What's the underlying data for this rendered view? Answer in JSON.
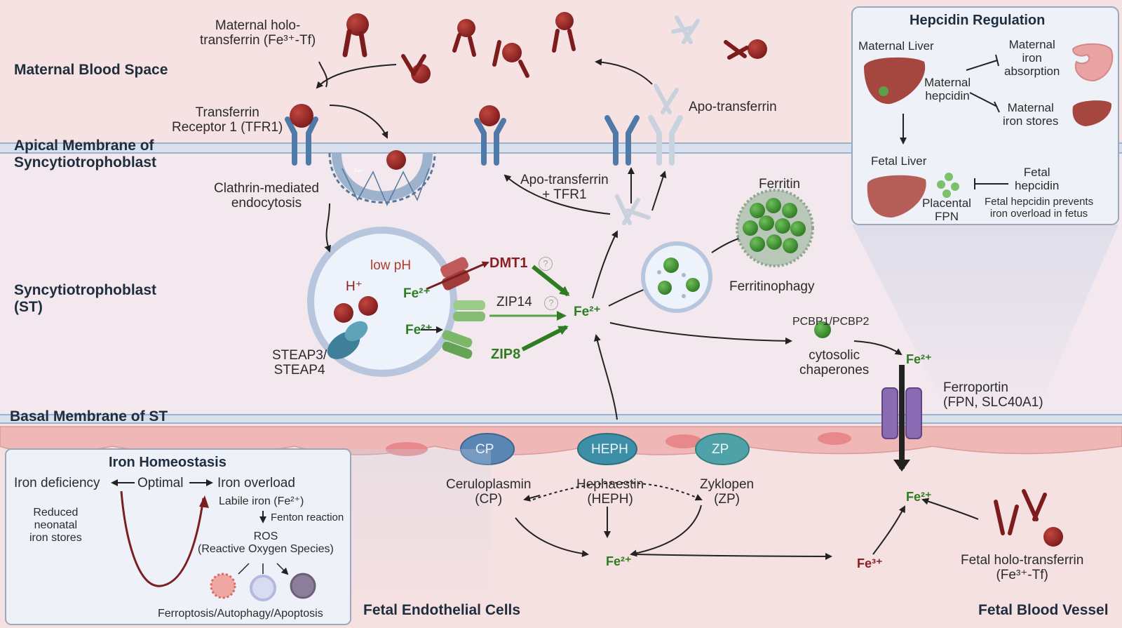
{
  "regions": {
    "maternal_blood": "Maternal Blood Space",
    "apical_membrane": "Apical Membrane of\nSyncytiotrophoblast",
    "syncytiotrophoblast": "Syncytiotrophoblast\n(ST)",
    "basal_membrane": "Basal Membrane of ST",
    "fetal_endothelial": "Fetal Endothelial Cells",
    "fetal_blood": "Fetal Blood Vessel"
  },
  "top": {
    "maternal_holo": "Maternal holo-\ntransferrin (Fe³⁺-Tf)",
    "tfr1": "Transferrin\nReceptor 1 (TFR1)",
    "apo_transferrin": "Apo-transferrin",
    "clathrin": "Clathrin-mediated\nendocytosis",
    "apo_tfr1": "Apo-transferrin\n+ TFR1"
  },
  "endosome": {
    "low_ph": "low pH",
    "h_plus": "H⁺",
    "fe2_a": "Fe²⁺",
    "fe2_b": "Fe²⁺",
    "steap": "STEAP3/\nSTEAP4",
    "dmt1": "DMT1",
    "zip14": "ZIP14",
    "zip8": "ZIP8",
    "question": "?"
  },
  "cyto": {
    "fe2_center": "Fe²⁺",
    "ferritin": "Ferritin",
    "ferritinophagy": "Ferritinophagy",
    "pcbp": "PCBP1/PCBP2",
    "chaperones": "cytosolic\nchaperones",
    "fe2_right": "Fe²⁺",
    "ferroportin": "Ferroportin\n(FPN, SLC40A1)",
    "fe_small": "Fe²⁺",
    "fe_tf": "Fe³⁺"
  },
  "enzymes": {
    "cp_abbr": "CP",
    "heph_abbr": "HEPH",
    "zp_abbr": "ZP",
    "cp": "Ceruloplasmin\n(CP)",
    "heph": "Hephaestin\n(HEPH)",
    "zp": "Zyklopen\n(ZP)",
    "fe2_bottom": "Fe²⁺",
    "fe3_bottom": "Fe³⁺",
    "fe2_fetal": "Fe²⁺",
    "fetal_holo": "Fetal holo-transferrin\n(Fe³⁺-Tf)"
  },
  "hepcidin": {
    "title": "Hepcidin Regulation",
    "maternal_liver": "Maternal Liver",
    "maternal_hepcidin": "Maternal\nhepcidin",
    "maternal_absorption": "Maternal\niron\nabsorption",
    "maternal_stores": "Maternal\niron stores",
    "fetal_liver": "Fetal Liver",
    "placental_fpn": "Placental\nFPN",
    "fetal_hepcidin": "Fetal\nhepcidin",
    "prevents": "Fetal hepcidin prevents\niron overload in fetus"
  },
  "homeostasis": {
    "title": "Iron Homeostasis",
    "deficiency": "Iron deficiency",
    "optimal": "Optimal",
    "overload": "Iron overload",
    "reduced": "Reduced\nneonatal\niron stores",
    "labile": "Labile iron (Fe²⁺)",
    "fenton": "Fenton reaction",
    "ros": "ROS\n(Reactive Oxygen Species)",
    "death": "Ferroptosis/Autophagy/Apoptosis"
  },
  "colors": {
    "maternal_bg": "#f6e3e4",
    "st_bg": "#f3e9ef",
    "endothelial": "#f2c9c9",
    "membrane": "#b9cbe0",
    "iron_green": "#2e7d22",
    "transferrin_red": "#8b1e1e",
    "receptor_blue": "#4f7aa8",
    "ferroportin_purple": "#8b6bb3"
  }
}
